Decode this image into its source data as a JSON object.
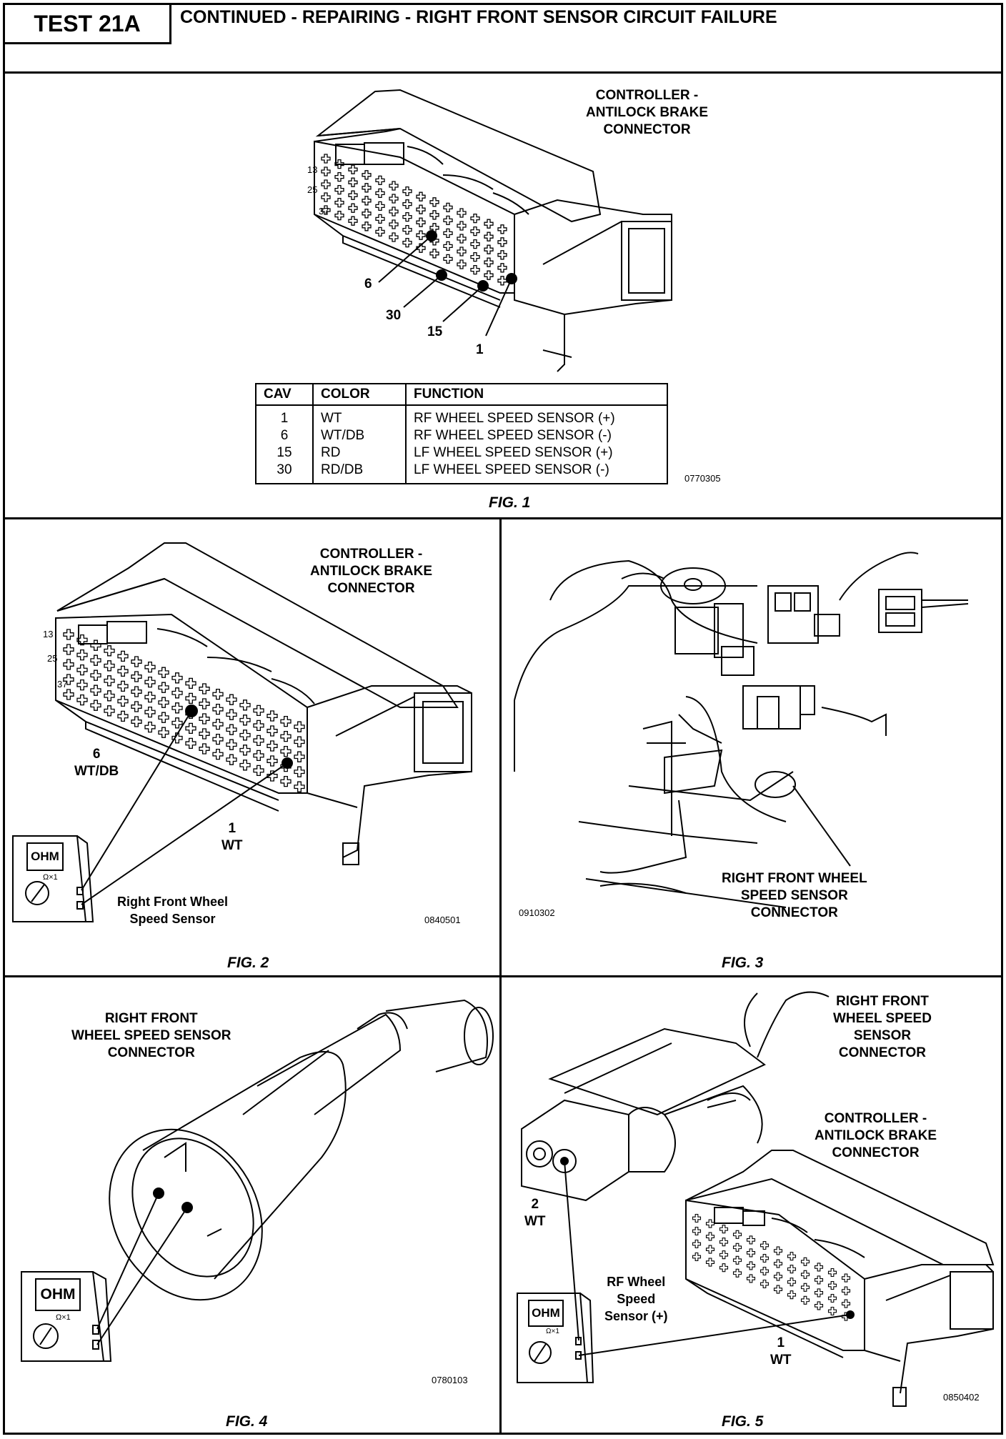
{
  "header": {
    "test_label": "TEST 21A",
    "title": "CONTINUED - REPAIRING - RIGHT FRONT SENSOR CIRCUIT FAILURE"
  },
  "fig1": {
    "connector_label": [
      "CONTROLLER -",
      "ANTILOCK BRAKE",
      "CONNECTOR"
    ],
    "cavity_callouts": [
      "6",
      "30",
      "15",
      "1"
    ],
    "side_numbers": [
      "13",
      "25",
      "37"
    ],
    "table": {
      "headers": [
        "CAV",
        "COLOR",
        "FUNCTION"
      ],
      "rows": [
        {
          "cav": "1",
          "color": "WT",
          "function": "RF WHEEL SPEED SENSOR (+)"
        },
        {
          "cav": "6",
          "color": "WT/DB",
          "function": "RF WHEEL SPEED SENSOR (-)"
        },
        {
          "cav": "15",
          "color": "RD",
          "function": "LF WHEEL SPEED SENSOR (+)"
        },
        {
          "cav": "30",
          "color": "RD/DB",
          "function": "LF WHEEL SPEED SENSOR (-)"
        }
      ]
    },
    "code": "0770305",
    "caption": "FIG. 1"
  },
  "fig2": {
    "connector_label": [
      "CONTROLLER -",
      "ANTILOCK BRAKE",
      "CONNECTOR"
    ],
    "side_numbers": [
      "13",
      "25",
      "37"
    ],
    "pin6_label": [
      "6",
      "WT/DB"
    ],
    "pin1_label": [
      "1",
      "WT"
    ],
    "meter_display": "OHM",
    "meter_range": "Ω×1",
    "sensor_label": [
      "Right Front Wheel",
      "Speed Sensor"
    ],
    "code": "0840501",
    "caption": "FIG. 2"
  },
  "fig3": {
    "connector_label": [
      "RIGHT FRONT WHEEL",
      "SPEED SENSOR",
      "CONNECTOR"
    ],
    "code": "0910302",
    "caption": "FIG. 3"
  },
  "fig4": {
    "connector_label": [
      "RIGHT FRONT",
      "WHEEL SPEED SENSOR",
      "CONNECTOR"
    ],
    "meter_display": "OHM",
    "meter_range": "Ω×1",
    "code": "0780103",
    "caption": "FIG. 4"
  },
  "fig5": {
    "sensor_connector_label": [
      "RIGHT FRONT",
      "WHEEL SPEED",
      "SENSOR",
      "CONNECTOR"
    ],
    "controller_label": [
      "CONTROLLER -",
      "ANTILOCK BRAKE",
      "CONNECTOR"
    ],
    "pin2_label": [
      "2",
      "WT"
    ],
    "pin1_label": [
      "1",
      "WT"
    ],
    "rf_label": [
      "RF Wheel",
      "Speed",
      "Sensor (+)"
    ],
    "meter_display": "OHM",
    "meter_range": "Ω×1",
    "code": "0850402",
    "caption": "FIG. 5"
  }
}
